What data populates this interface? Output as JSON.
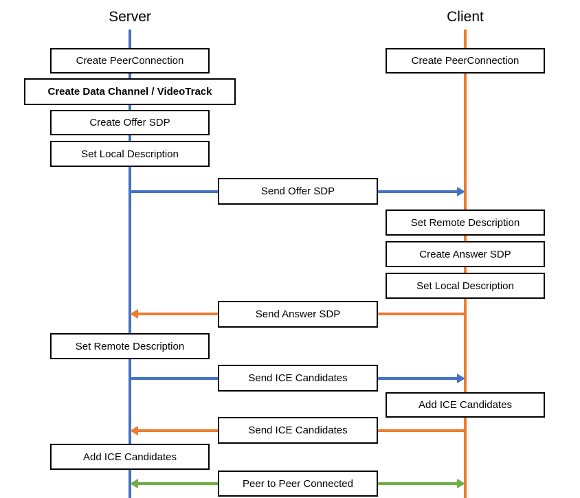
{
  "colors": {
    "server_line": "#4472C4",
    "client_line": "#ED7D31",
    "p2p_line": "#70AD47",
    "box_border": "#000000",
    "box_background": "#FFFFFF",
    "text": "#000000"
  },
  "lanes": {
    "server": {
      "title": "Server"
    },
    "client": {
      "title": "Client"
    }
  },
  "server_boxes": [
    {
      "label": "Create PeerConnection"
    },
    {
      "label": "Create Data Channel / VideoTrack"
    },
    {
      "label": "Create Offer SDP"
    },
    {
      "label": "Set Local Description"
    },
    {
      "label": "Set Remote Description"
    },
    {
      "label": "Add ICE Candidates"
    }
  ],
  "client_boxes": [
    {
      "label": "Create PeerConnection"
    },
    {
      "label": "Set Remote Description"
    },
    {
      "label": "Create Answer SDP"
    },
    {
      "label": "Set Local Description"
    },
    {
      "label": "Add ICE Candidates"
    }
  ],
  "messages": [
    {
      "label": "Send Offer SDP",
      "from": "server",
      "to": "client"
    },
    {
      "label": "Send Answer SDP",
      "from": "client",
      "to": "server"
    },
    {
      "label": "Send ICE Candidates",
      "from": "server",
      "to": "client"
    },
    {
      "label": "Send ICE Candidates",
      "from": "client",
      "to": "server"
    },
    {
      "label": "Peer to Peer Connected",
      "from": "both",
      "to": "both"
    }
  ]
}
